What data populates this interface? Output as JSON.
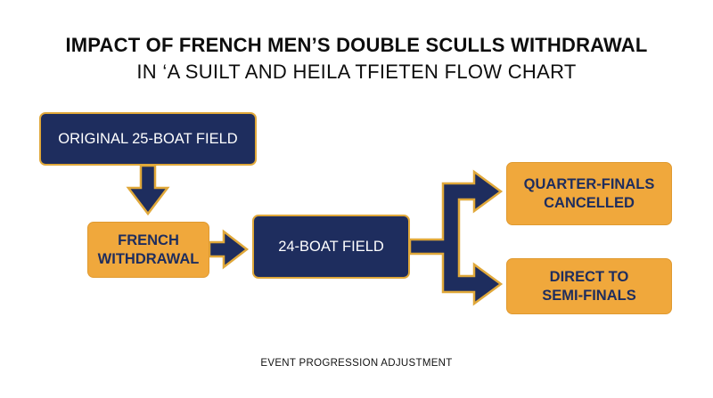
{
  "title": {
    "line1": "IMPACT OF FRENCH MEN’S DOUBLE SCULLS WITHDRAWAL",
    "line2": "IN ‘A SUILT AND HEILA TFIETEN FLOW CHART"
  },
  "nodes": {
    "original_field": "ORIGINAL 25-BOAT FIELD",
    "withdrawal": [
      "FRENCH",
      "WITHDRAWAL"
    ],
    "field_24": "24-BOAT FIELD",
    "quarterfinals": [
      "QUARTER-FINALS",
      "CANCELLED"
    ],
    "direct_semis": [
      "DIRECT TO",
      "SEMI-FINALS"
    ]
  },
  "footer": "EVENT PROGRESSION ADJUSTMENT",
  "colors": {
    "navy": "#1e2d5e",
    "gold": "#f0a83c",
    "background": "#ffffff"
  }
}
